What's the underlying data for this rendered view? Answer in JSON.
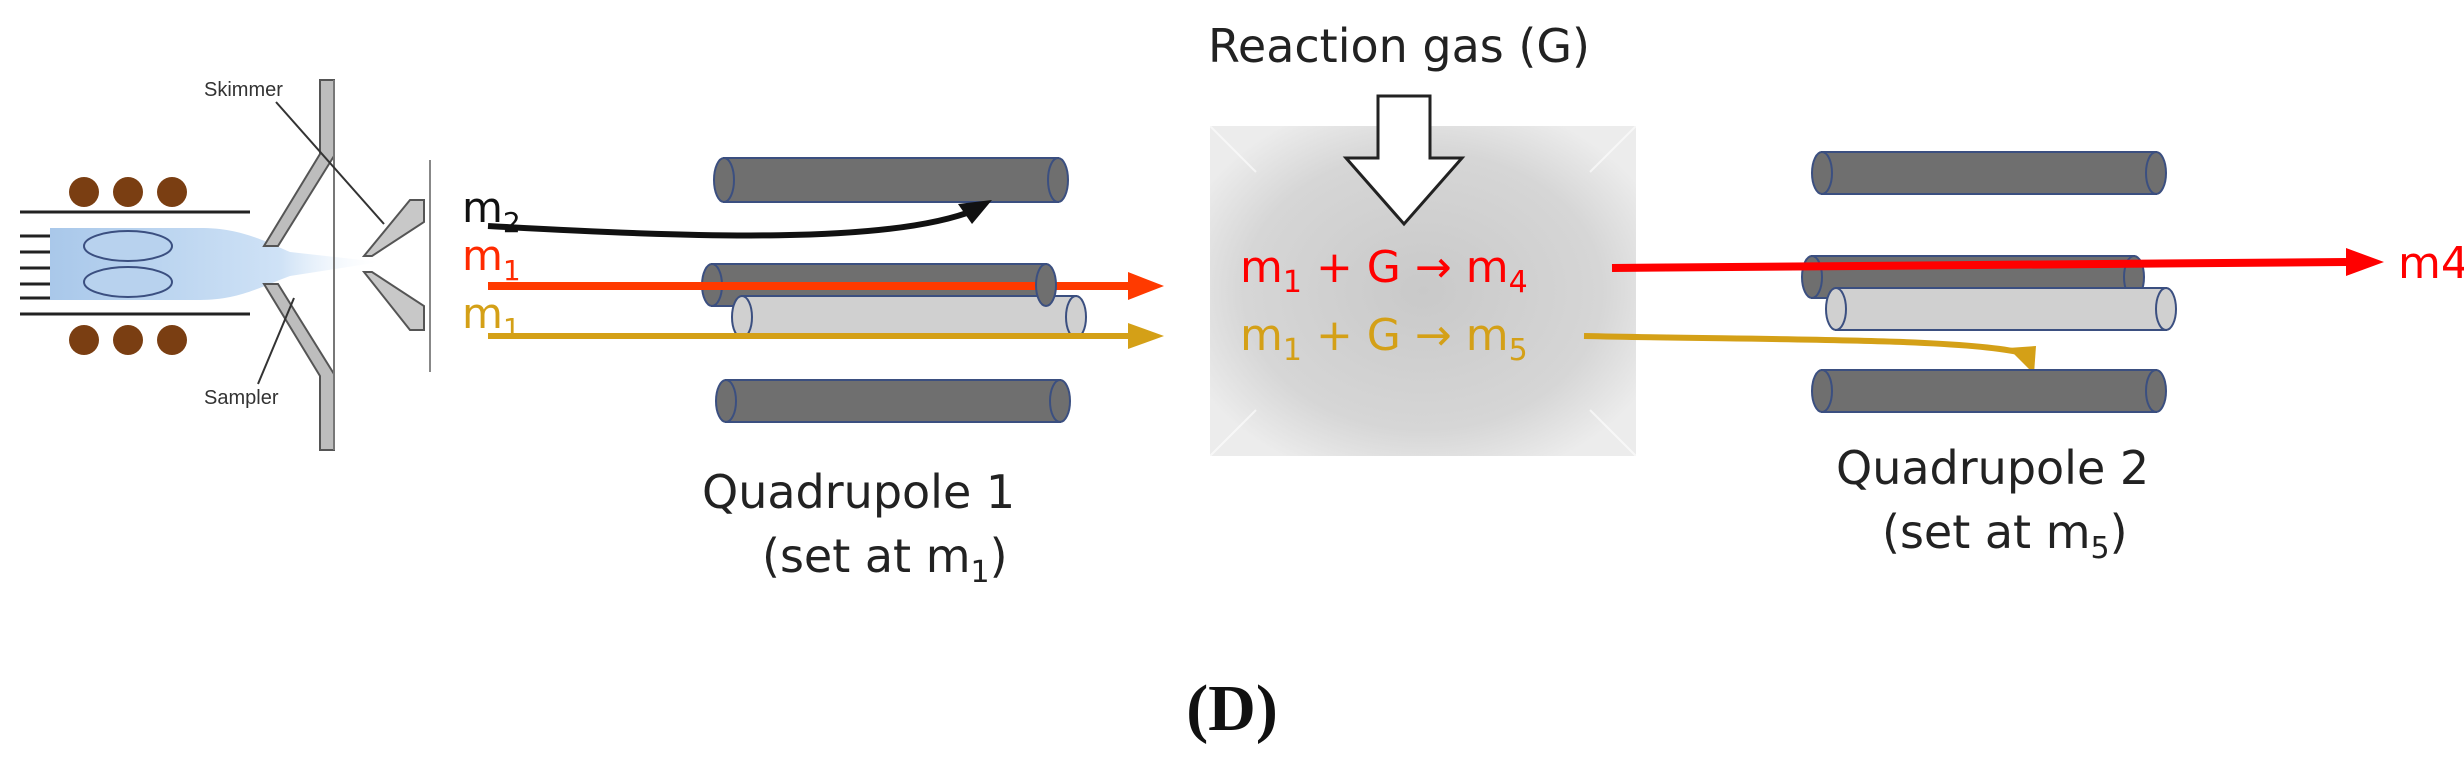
{
  "source": {
    "skimmer_label": "Skimmer",
    "sampler_label": "Sampler"
  },
  "beams": {
    "m2": {
      "base": "m",
      "sub": "2",
      "color": "#111111"
    },
    "m1_red": {
      "base": "m",
      "sub": "1",
      "color": "#ff2a00"
    },
    "m1_gold": {
      "base": "m",
      "sub": "1",
      "color": "#d4a017"
    }
  },
  "reaction_cell": {
    "gas_label": "Reaction gas (G)",
    "reaction1": {
      "reactant": "m",
      "reactant_sub": "1",
      "mid": " + G → ",
      "product": "m",
      "product_sub": "4",
      "color": "#ff0000"
    },
    "reaction2": {
      "reactant": "m",
      "reactant_sub": "1",
      "mid": " + G → ",
      "product": "m",
      "product_sub": "5",
      "color": "#d4a017"
    }
  },
  "quadrupole1": {
    "title": "Quadrupole 1",
    "setting_prefix": "(set at m",
    "setting_sub": "1",
    "setting_suffix": ")"
  },
  "quadrupole2": {
    "title": "Quadrupole 2",
    "setting_prefix": "(set at m",
    "setting_sub": "5",
    "setting_suffix": ")"
  },
  "output_label": "m4",
  "panel_label": "(D)",
  "colors": {
    "rod_dark": "#6f6f6f",
    "rod_light": "#d0d0d0",
    "rod_outline": "#3b4f80",
    "red": "#ff0000",
    "gold": "#d4a017",
    "torch_dots": "#7a3e12"
  }
}
